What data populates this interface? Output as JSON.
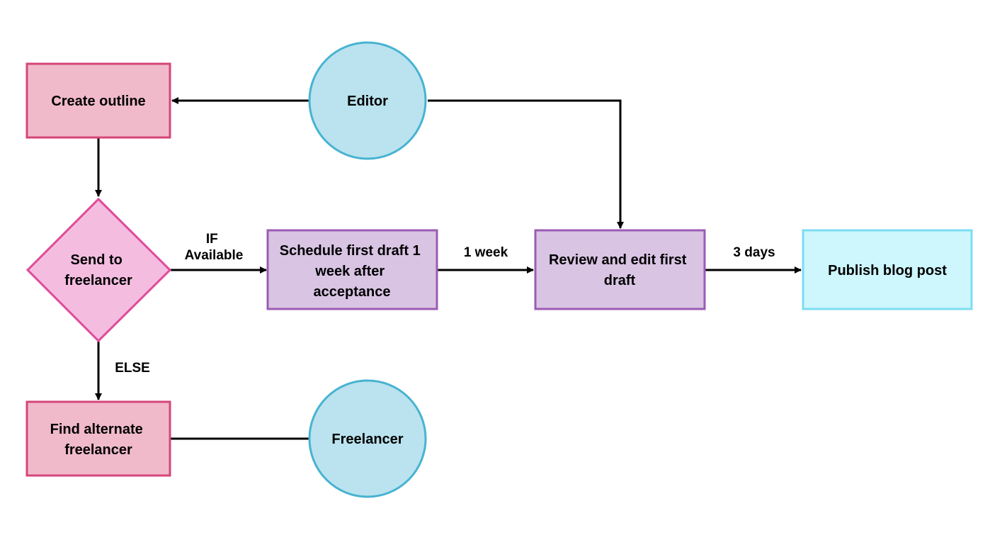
{
  "nodes": {
    "create_outline": {
      "label": [
        "Create outline"
      ],
      "fill": "#f0bacb",
      "stroke": "#d6457a"
    },
    "editor": {
      "label": [
        "Editor"
      ],
      "fill": "#bae3ef",
      "stroke": "#48b3d1"
    },
    "send_to_freelancer": {
      "label": [
        "Send to",
        "freelancer"
      ],
      "fill": "#f4bde0",
      "stroke": "#df4b9a"
    },
    "schedule_first_draft": {
      "label": [
        "Schedule first draft 1",
        "week after",
        "acceptance"
      ],
      "fill": "#d9c4e3",
      "stroke": "#9b5cb4"
    },
    "review_and_edit": {
      "label": [
        "Review and edit first",
        "draft"
      ],
      "fill": "#d9c4e3",
      "stroke": "#9b5cb4"
    },
    "publish_blog_post": {
      "label": [
        "Publish blog post"
      ],
      "fill": "#cdf6fd",
      "stroke": "#7ddcf2"
    },
    "find_alternate": {
      "label": [
        "Find alternate",
        "freelancer"
      ],
      "fill": "#f0bacb",
      "stroke": "#d6457a"
    },
    "freelancer": {
      "label": [
        "Freelancer"
      ],
      "fill": "#bae3ef",
      "stroke": "#48b3d1"
    }
  },
  "edges": {
    "if_available": [
      "IF",
      "Available"
    ],
    "one_week": [
      "1 week"
    ],
    "three_days": [
      "3 days"
    ],
    "else": [
      "ELSE"
    ]
  },
  "colors": {
    "edge": "#000000"
  }
}
